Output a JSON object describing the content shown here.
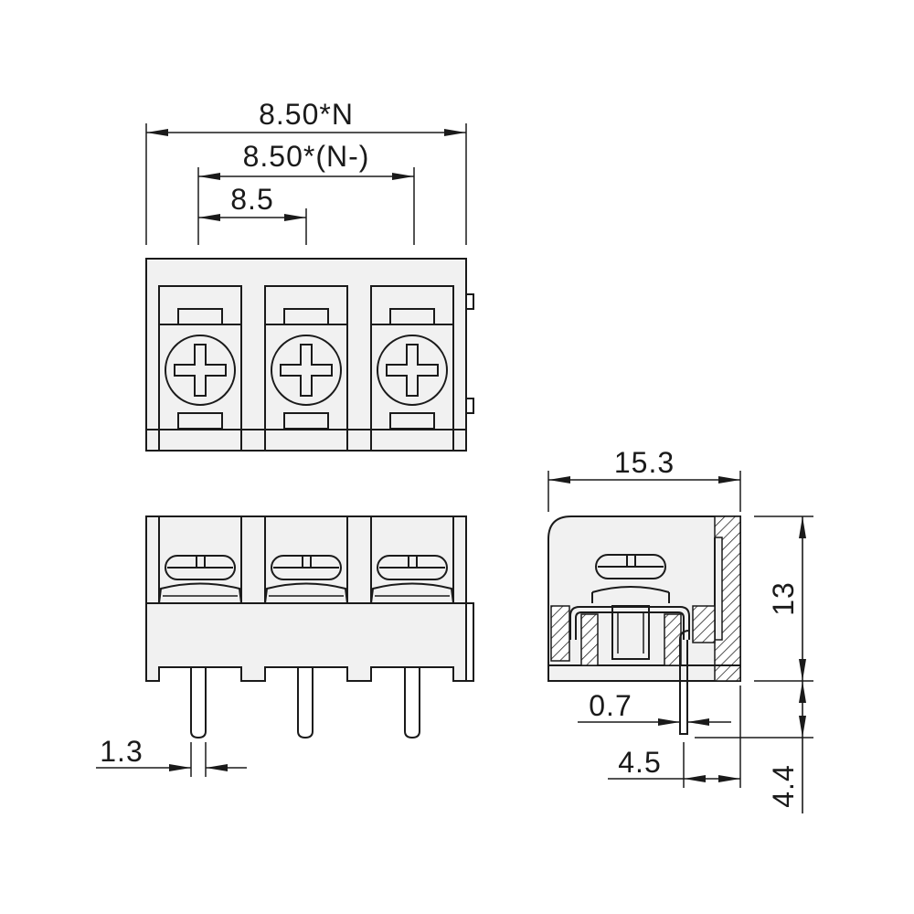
{
  "dimensions": {
    "overall_width": "8.50*N",
    "pitch_span": "8.50*(N-)",
    "pitch": "8.5",
    "pin_width": "1.3",
    "side_width": "15.3",
    "height": "13",
    "pin_thickness": "0.7",
    "pin_offset": "4.5",
    "pin_length": "4.4"
  }
}
